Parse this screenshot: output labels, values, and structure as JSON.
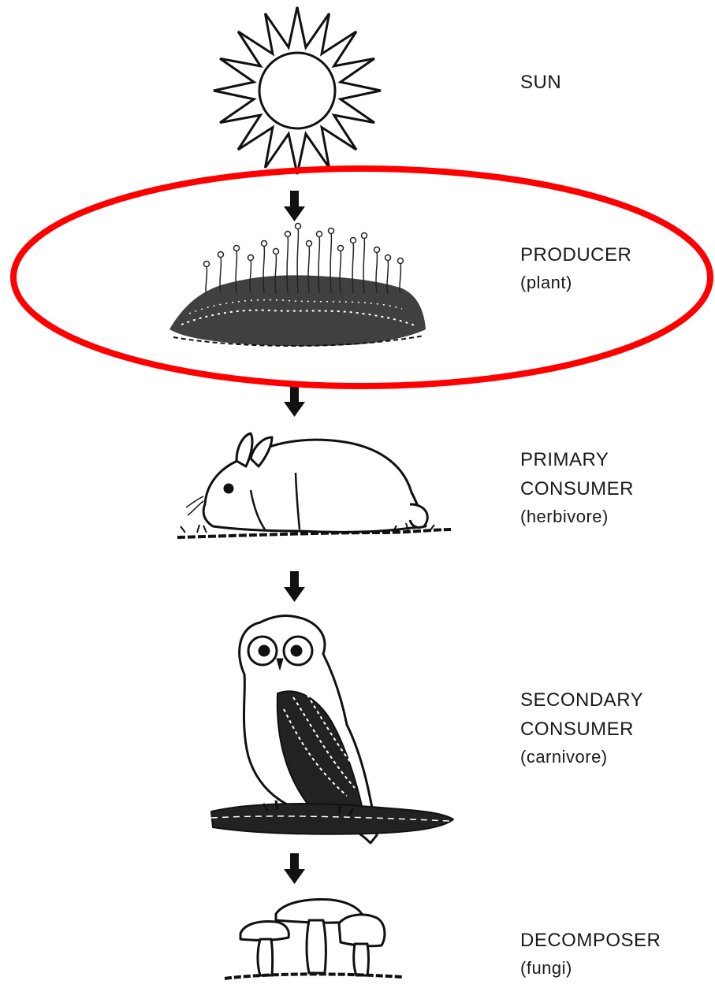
{
  "highlight_color": "#ff0000",
  "ink_color": "#111111",
  "levels": [
    {
      "name": "SUN",
      "sub": "",
      "icon": "sun-icon"
    },
    {
      "name": "PRODUCER",
      "sub": "(plant)",
      "icon": "plant-icon"
    },
    {
      "name_line1": "PRIMARY",
      "name_line2": "CONSUMER",
      "sub": "(herbivore)",
      "icon": "rabbit-icon"
    },
    {
      "name_line1": "SECONDARY",
      "name_line2": "CONSUMER",
      "sub": "(carnivore)",
      "icon": "owl-icon"
    },
    {
      "name": "DECOMPOSER",
      "sub": "(fungi)",
      "icon": "mushroom-icon"
    }
  ],
  "highlighted_level": "PRODUCER"
}
